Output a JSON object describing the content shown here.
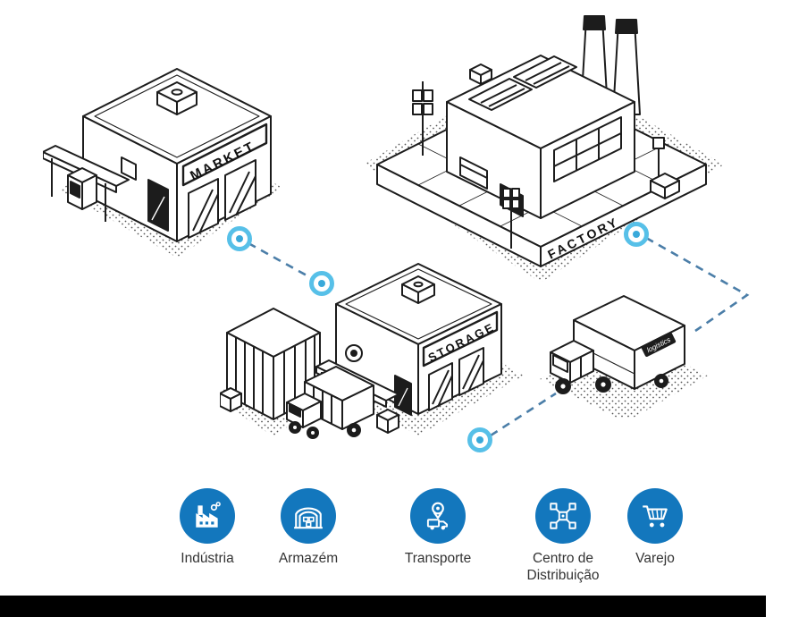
{
  "scene": {
    "market_sign": "MARKET",
    "storage_sign": "STORAGE",
    "factory_sign": "FACTORY",
    "truck_brand": "logistics"
  },
  "legend": {
    "items": [
      {
        "id": "industria",
        "label": "Indústria",
        "icon": "factory-icon"
      },
      {
        "id": "armazem",
        "label": "Armazém",
        "icon": "warehouse-icon"
      },
      {
        "id": "transporte",
        "label": "Transporte",
        "icon": "pin-truck-icon"
      },
      {
        "id": "centro-de-distribuicao",
        "label": "Centro de Distribuição",
        "icon": "distribution-network-icon"
      },
      {
        "id": "varejo",
        "label": "Varejo",
        "icon": "shopping-cart-icon"
      }
    ]
  },
  "colors": {
    "legend_circle_blue": "#1377bd",
    "waypoint_ring_blue": "#57c0e8",
    "waypoint_center_blue": "#39a9da",
    "route_dash_blue": "#4b7ea8",
    "line_art_ink": "#1c1c1c",
    "bottom_bar_black": "#000000"
  }
}
